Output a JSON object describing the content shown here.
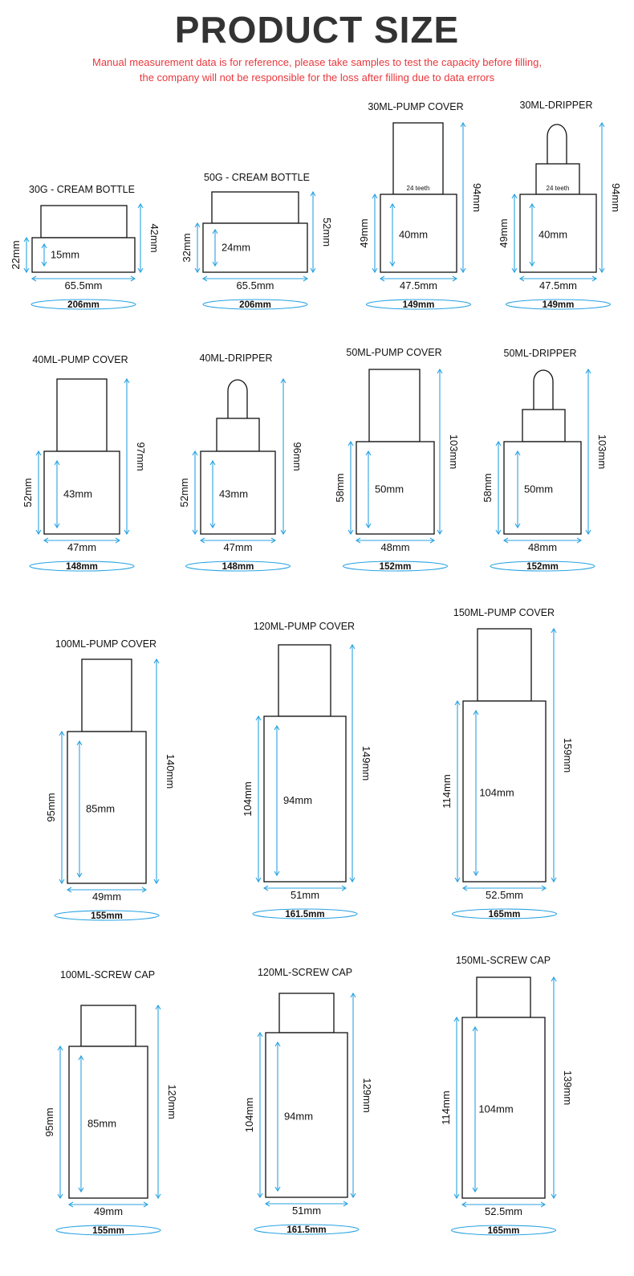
{
  "header": {
    "title": "PRODUCT SIZE",
    "note_line1": "Manual measurement data is for reference, please take samples to test the capacity before filling,",
    "note_line2": "the company will not be responsible for the loss after filling due to data errors"
  },
  "colors": {
    "title": "#333333",
    "note": "#e8383d",
    "dimension": "#29a3e2",
    "outline": "#111111"
  },
  "products": [
    {
      "name": "30G - CREAM BOTTLE",
      "type": "cream",
      "body_height": "22mm",
      "inner_height": "15mm",
      "total_height": "42mm",
      "width": "65.5mm",
      "base": "206mm"
    },
    {
      "name": "50G - CREAM BOTTLE",
      "type": "cream",
      "body_height": "32mm",
      "inner_height": "24mm",
      "total_height": "52mm",
      "width": "65.5mm",
      "base": "206mm"
    },
    {
      "name": "30ML-PUMP COVER",
      "type": "pump",
      "body_height": "49mm",
      "inner_height": "40mm",
      "total_height": "94mm",
      "width": "47.5mm",
      "base": "149mm",
      "neck_label": "24 teeth"
    },
    {
      "name": "30ML-DRIPPER",
      "type": "dropper",
      "body_height": "49mm",
      "inner_height": "40mm",
      "total_height": "94mm",
      "width": "47.5mm",
      "base": "149mm",
      "neck_label": "24 teeth"
    },
    {
      "name": "40ML-PUMP COVER",
      "type": "pump",
      "body_height": "52mm",
      "inner_height": "43mm",
      "total_height": "97mm",
      "width": "47mm",
      "base": "148mm"
    },
    {
      "name": "40ML-DRIPPER",
      "type": "dropper",
      "body_height": "52mm",
      "inner_height": "43mm",
      "total_height": "96mm",
      "width": "47mm",
      "base": "148mm"
    },
    {
      "name": "50ML-PUMP COVER",
      "type": "pump",
      "body_height": "58mm",
      "inner_height": "50mm",
      "total_height": "103mm",
      "width": "48mm",
      "base": "152mm"
    },
    {
      "name": "50ML-DRIPPER",
      "type": "dropper",
      "body_height": "58mm",
      "inner_height": "50mm",
      "total_height": "103mm",
      "width": "48mm",
      "base": "152mm"
    },
    {
      "name": "100ML-PUMP COVER",
      "type": "pump",
      "body_height": "95mm",
      "inner_height": "85mm",
      "total_height": "140mm",
      "width": "49mm",
      "base": "155mm"
    },
    {
      "name": "120ML-PUMP COVER",
      "type": "pump",
      "body_height": "104mm",
      "inner_height": "94mm",
      "total_height": "149mm",
      "width": "51mm",
      "base": "161.5mm"
    },
    {
      "name": "150ML-PUMP COVER",
      "type": "pump",
      "body_height": "114mm",
      "inner_height": "104mm",
      "total_height": "159mm",
      "width": "52.5mm",
      "base": "165mm"
    },
    {
      "name": "100ML-SCREW CAP",
      "type": "screw",
      "body_height": "95mm",
      "inner_height": "85mm",
      "total_height": "120mm",
      "width": "49mm",
      "base": "155mm"
    },
    {
      "name": "120ML-SCREW CAP",
      "type": "screw",
      "body_height": "104mm",
      "inner_height": "94mm",
      "total_height": "129mm",
      "width": "51mm",
      "base": "161.5mm"
    },
    {
      "name": "150ML-SCREW CAP",
      "type": "screw",
      "body_height": "114mm",
      "inner_height": "104mm",
      "total_height": "139mm",
      "width": "52.5mm",
      "base": "165mm"
    }
  ]
}
